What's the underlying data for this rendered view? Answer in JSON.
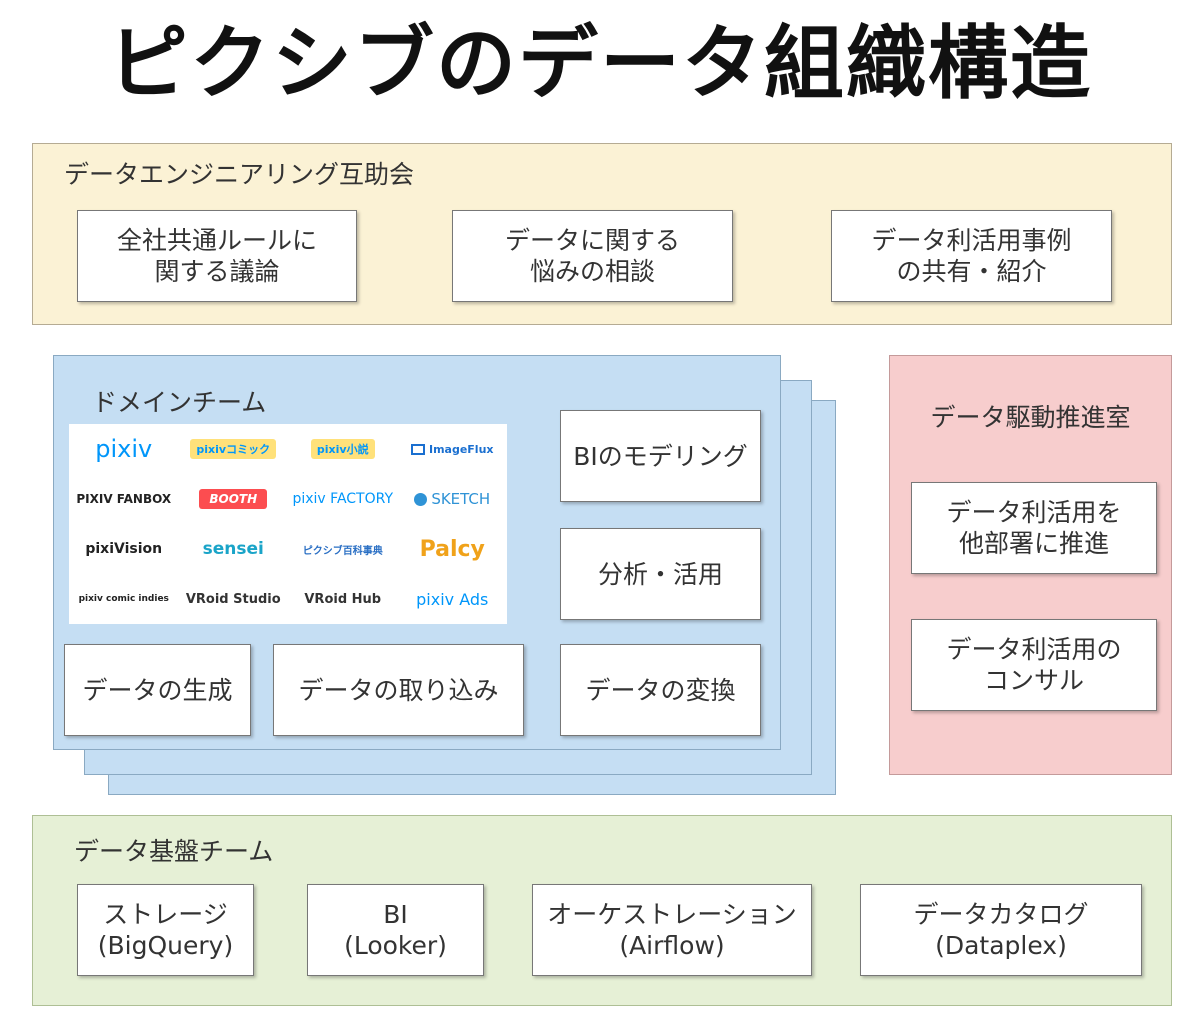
{
  "title": "ピクシブのデータ組織構造",
  "mutual_aid": {
    "label": "データエンジニアリング互助会",
    "boxes": [
      {
        "line1": "全社共通ルールに",
        "line2": "関する議論"
      },
      {
        "line1": "データに関する",
        "line2": "悩みの相談"
      },
      {
        "line1": "データ利活用事例",
        "line2": "の共有・紹介"
      }
    ]
  },
  "domain": {
    "label": "ドメインチーム",
    "logos": [
      "pixiv",
      "pixivコミック",
      "pixiv小説",
      "ImageFlux",
      "PIXIV FANBOX",
      "BOOTH",
      "pixiv FACTORY",
      "SKETCH",
      "pixiVision",
      "sensei",
      "ピクシブ百科事典",
      "Palcy",
      "pixiv comic indies",
      "VRoid Studio",
      "VRoid Hub",
      "pixiv Ads"
    ],
    "boxes": {
      "bi_modeling": "BIのモデリング",
      "analysis": "分析・活用",
      "generate": "データの生成",
      "ingest": "データの取り込み",
      "transform": "データの変換"
    }
  },
  "promotion": {
    "label": "データ駆動推進室",
    "boxes": [
      {
        "line1": "データ利活用を",
        "line2": "他部署に推進"
      },
      {
        "line1": "データ利活用の",
        "line2": "コンサル"
      }
    ]
  },
  "platform": {
    "label": "データ基盤チーム",
    "boxes": [
      {
        "line1": "ストレージ",
        "line2": "(BigQuery)"
      },
      {
        "line1": "BI",
        "line2": "(Looker)"
      },
      {
        "line1": "オーケストレーション",
        "line2": "(Airflow)"
      },
      {
        "line1": "データカタログ",
        "line2": "(Dataplex)"
      }
    ]
  },
  "colors": {
    "yellow_panel": "#fbf2d5",
    "blue_panel": "#c5def3",
    "red_panel": "#f7cdcd",
    "green_panel": "#e6f0d6",
    "pixiv_blue": "#0096fa",
    "booth_red": "#fc4d50"
  }
}
